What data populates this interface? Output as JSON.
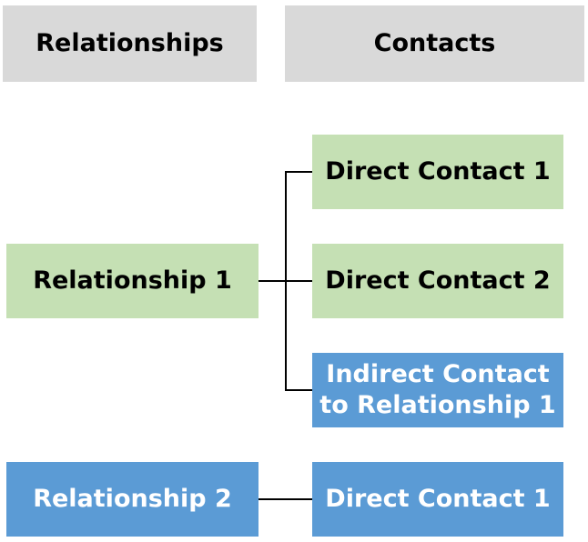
{
  "headers": {
    "relationships": "Relationships",
    "contacts": "Contacts"
  },
  "relationships": [
    {
      "label": "Relationship 1",
      "style": "direct"
    },
    {
      "label": "Relationship 2",
      "style": "indirect"
    }
  ],
  "contacts": [
    {
      "label": "Direct Contact 1",
      "style": "direct",
      "relationship": "Relationship 1"
    },
    {
      "label": "Direct Contact 2",
      "style": "direct",
      "relationship": "Relationship 1"
    },
    {
      "label": "Indirect Contact\nto Relationship 1",
      "style": "indirect",
      "relationship": "Relationship 1"
    },
    {
      "label": "Direct Contact 1",
      "style": "indirect",
      "relationship": "Relationship 2"
    }
  ],
  "colors": {
    "header": "#d9d9d9",
    "direct": "#c5e0b4",
    "indirect": "#5b9bd5",
    "connector": "#000000"
  }
}
